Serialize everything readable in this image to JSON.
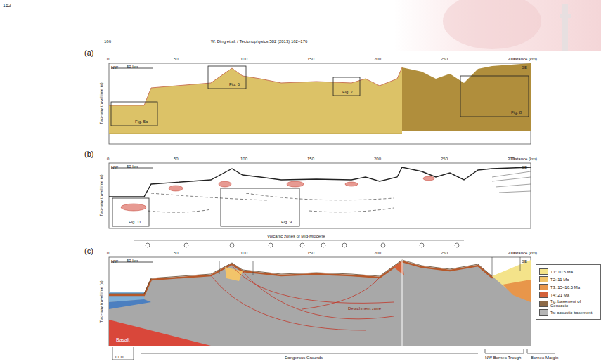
{
  "diagram": {
    "nodes": [
      {
        "text": [
          "(a)"
        ]
      },
      {
        "text": [
          "(b)"
        ]
      },
      {
        "text": [
          "(c)"
        ]
      }
    ],
    "labels": [
      "162",
      "166",
      "W. Ding et al. / Tectonophysics 582 (2013) 162–176",
      "0",
      "50",
      "100",
      "150",
      "200",
      "250",
      "300",
      "Distance (km)",
      "NW",
      "SE",
      "50 km",
      "Two-way traveltime (s)",
      "Fig. 5a",
      "Fig. 6",
      "Fig. 7",
      "Fig. 8",
      "0",
      "50",
      "100",
      "150",
      "200",
      "250",
      "300",
      "Distance (km)",
      "NW",
      "SE",
      "50 km",
      "Two-way traveltime (s)",
      "Fig. 11",
      "Fig. 9",
      "0",
      "50",
      "100",
      "150",
      "200",
      "250",
      "300",
      "Distance (km)",
      "NW",
      "SE",
      "50 km",
      "Two-way traveltime (s)",
      "Volcanic zones of Mid-Miocene",
      "Detachment zone",
      "Basalt",
      "COT",
      "Dangerous Grounds",
      "NW Borneo Trough",
      "Borneo Margin"
    ],
    "legend": [
      {
        "text": "T1: 10.5 Ma",
        "color": "#f4e38a"
      },
      {
        "text": "T2: 11 Ma",
        "color": "#f2c46a"
      },
      {
        "text": "T3: 15–16.5 Ma",
        "color": "#e8964a"
      },
      {
        "text": "T4: 21 Ma",
        "color": "#d4623a"
      },
      {
        "text": "Tg: basement of Cenozoic",
        "color": "#8c6a48"
      },
      {
        "text": "Ts: acoustic basement",
        "color": "#b5b5b5"
      }
    ]
  }
}
